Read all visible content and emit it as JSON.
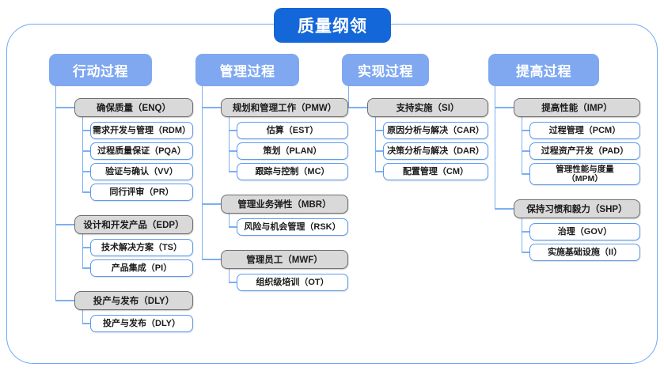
{
  "root": {
    "title": "质量纲领"
  },
  "columns": [
    {
      "id": "action-process",
      "header": "行动过程",
      "groups": [
        {
          "label": "确保质量（ENQ）",
          "children": [
            "需求开发与管理（RDM）",
            "过程质量保证（PQA）",
            "验证与确认（VV）",
            "同行评审（PR）"
          ]
        },
        {
          "label": "设计和开发产品（EDP）",
          "children": [
            "技术解决方案（TS）",
            "产品集成（PI）"
          ]
        },
        {
          "label": "投产与发布（DLY）",
          "children": [
            "投产与发布（DLY）"
          ]
        }
      ]
    },
    {
      "id": "management-process",
      "header": "管理过程",
      "groups": [
        {
          "label": "规划和管理工作（PMW）",
          "children": [
            "估算（EST）",
            "策划（PLAN）",
            "跟踪与控制（MC）"
          ]
        },
        {
          "label": "管理业务弹性（MBR）",
          "children": [
            "风险与机会管理（RSK）"
          ]
        },
        {
          "label": "管理员工（MWF）",
          "children": [
            "组织级培训（OT）"
          ]
        }
      ]
    },
    {
      "id": "implementation-process",
      "header": "实现过程",
      "groups": [
        {
          "label": "支持实施（SI）",
          "children": [
            "原因分析与解决（CAR）",
            "决策分析与解决（DAR）",
            "配置管理（CM）"
          ]
        }
      ]
    },
    {
      "id": "improvement-process",
      "header": "提高过程",
      "groups": [
        {
          "label": "提高性能（IMP）",
          "children": [
            "过程管理（PCM）",
            "过程资产开发（PAD）",
            "管理性能与度量（MPM）"
          ]
        },
        {
          "label": "保持习惯和毅力（SHP）",
          "children": [
            "治理（GOV）",
            "实施基础设施（II）"
          ]
        }
      ]
    }
  ],
  "colors": {
    "root_fill": "#1367d8",
    "header_fill": "#7fa8f0",
    "group_fill": "#d9d9d9",
    "group_border": "#6f6f6f",
    "leaf_border": "#5b9bf0",
    "connector": "#7cb0f2",
    "frame_border": "#6fa8f5"
  }
}
